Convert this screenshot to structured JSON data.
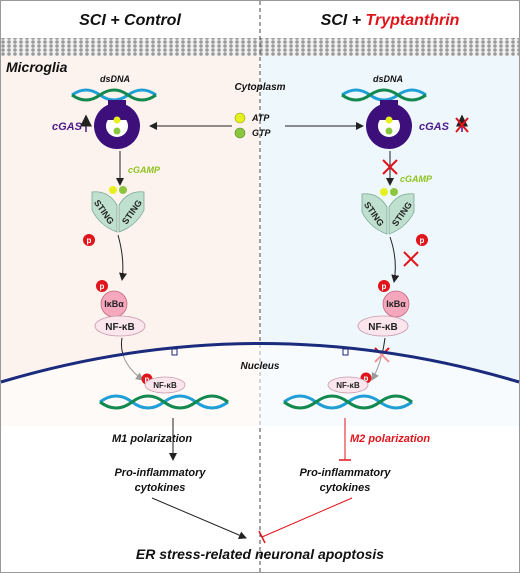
{
  "header": {
    "left_prefix": "SCI + ",
    "left_suffix": "Control",
    "right_prefix": "SCI + ",
    "right_suffix": "Tryptanthrin",
    "right_suffix_color": "#e0141b"
  },
  "labels": {
    "microglia": "Microglia",
    "cytoplasm": "Cytoplasm",
    "dsdna": "dsDNA",
    "atp": "ATP",
    "gtp": "GTP",
    "cgas": "cGAS",
    "cgamp": "cGAMP",
    "sting": "STING",
    "p": "p",
    "ikba": "IκBα",
    "nfkb": "NF-κB",
    "nucleus": "Nucleus",
    "m1": "M1 polarization",
    "m2": "M2 polarization",
    "pro_inflammatory_line1": "Pro-inflammatory",
    "pro_inflammatory_line2": "cytokines",
    "bottom": "ER stress-related neuronal apoptosis"
  },
  "colors": {
    "left_bg": "#fdf3ee",
    "right_bg": "#eef7fb",
    "cgas_purple": "#3c0f7a",
    "inhibit_red": "#e0141b",
    "nucleus_navy": "#1a2a7c",
    "sting_green": "#bfe0cf",
    "atp_yellow": "#e6f01e",
    "gtp_green": "#8cc63f",
    "dna_blue": "#1f9fd6",
    "dna_green": "#13894f"
  }
}
